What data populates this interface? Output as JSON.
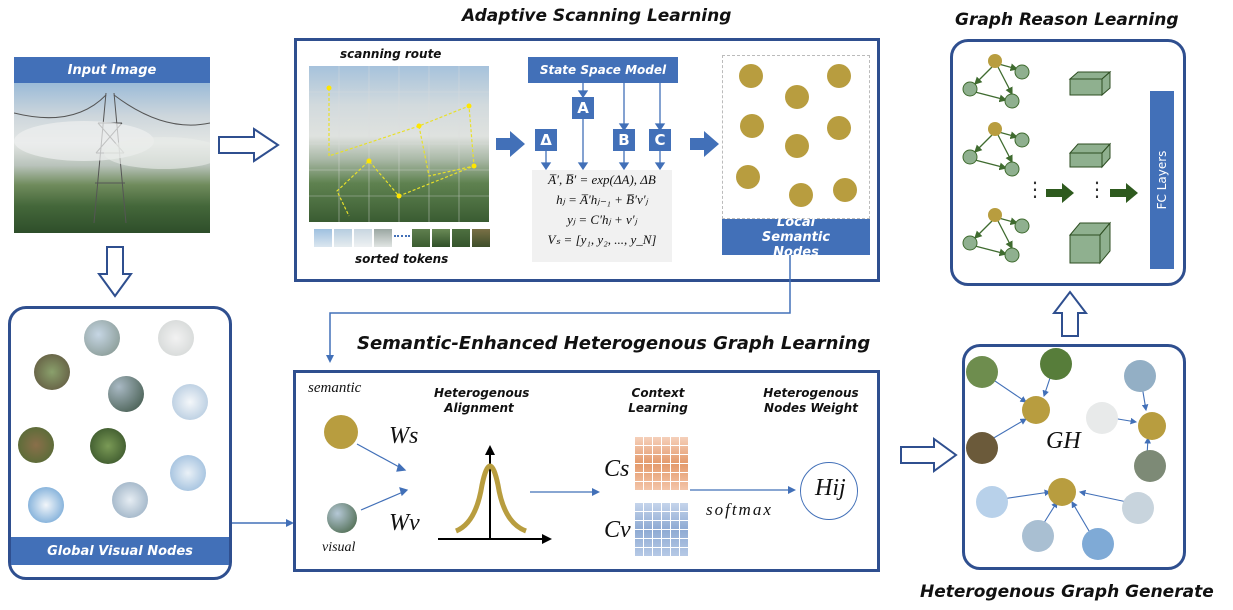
{
  "titles": {
    "adaptive": "Adaptive Scanning Learning",
    "graph_reason": "Graph Reason Learning",
    "semantic_enhanced": "Semantic-Enhanced Heterogenous Graph Learning",
    "hetero_generate": "Heterogenous Graph Generate"
  },
  "input_image": {
    "label": "Input Image"
  },
  "adaptive_panel": {
    "scanning_route": "scanning route",
    "sorted_tokens": "sorted tokens",
    "ssm_label": "State Space Model",
    "params": [
      "Δ",
      "A",
      "B",
      "C"
    ],
    "equations": [
      "A̅′, B̅′ = exp(ΔA), ΔB",
      "hⱼ = A̅′hⱼ₋₁ + B̅′v′ⱼ",
      "yⱼ = C′hⱼ + v′ⱼ",
      "Vₛ = [y₁, y₂, ..., y_N]"
    ],
    "local_nodes_label": "Local Semantic Nodes"
  },
  "global_panel": {
    "label": "Global Visual Nodes"
  },
  "graph_reason_panel": {
    "fc_label": "FC Layers",
    "ellipsis": "⋮"
  },
  "semantic_panel": {
    "semantic_label": "semantic",
    "visual_label": "visual",
    "ws": "Ws",
    "wv": "Wv",
    "alignment_title": "Heterogenous Alignment",
    "context_title": "Context Learning",
    "weight_title": "Heterogenous Nodes Weight",
    "cs": "Cs",
    "cv": "Cv",
    "softmax": "softmax",
    "hij": "Hij"
  },
  "hetero_panel": {
    "gh": "GH"
  },
  "colors": {
    "panel_border": "#2f4f8f",
    "accent_blue": "#4270b8",
    "semantic_node": "#b89d3f",
    "graph_node_green": "#8fb08f",
    "dark_green_arrow": "#3f6b2f"
  }
}
